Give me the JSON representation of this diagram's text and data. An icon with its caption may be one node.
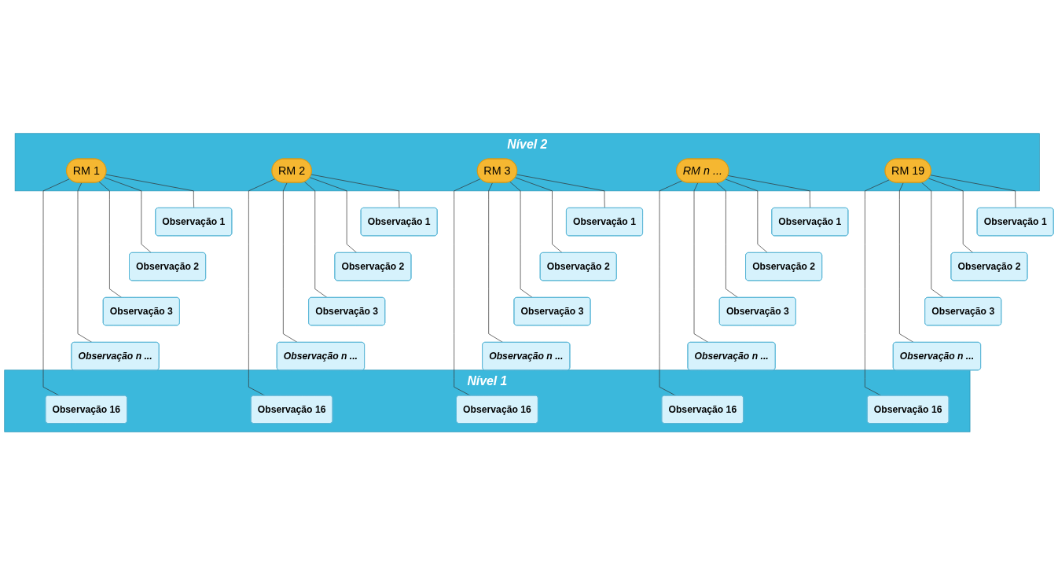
{
  "diagram": {
    "nodes": [
      {
        "text": [
          "Nível 2"
        ]
      },
      {
        "text": [
          "RM 1"
        ],
        "in": 0
      },
      {
        "text": [
          "RM 2"
        ],
        "in": 0
      },
      {
        "text": [
          "RM 3"
        ],
        "in": 0
      },
      {
        "text": [
          "RM n ..."
        ],
        "in": 0
      },
      {
        "text": [
          "RM 19"
        ],
        "in": 0
      },
      {
        "text": [
          "Nível 1"
        ]
      },
      {
        "text": [
          "Observação 1"
        ]
      },
      {
        "text": [
          "Observação 1"
        ]
      },
      {
        "text": [
          "Observação 1"
        ]
      },
      {
        "text": [
          "Observação 1"
        ]
      },
      {
        "text": [
          "Observação 1"
        ]
      },
      {
        "text": [
          "Observação 2"
        ]
      },
      {
        "text": [
          "Observação 2"
        ]
      },
      {
        "text": [
          "Observação 2"
        ]
      },
      {
        "text": [
          "Observação 2"
        ]
      },
      {
        "text": [
          "Observação 2"
        ]
      },
      {
        "text": [
          "Observação 3"
        ]
      },
      {
        "text": [
          "Observação 3"
        ]
      },
      {
        "text": [
          "Observação 3"
        ]
      },
      {
        "text": [
          "Observação 3"
        ]
      },
      {
        "text": [
          "Observação 3"
        ]
      },
      {
        "text": [
          "Observação n ..."
        ]
      },
      {
        "text": [
          "Observação n ..."
        ]
      },
      {
        "text": [
          "Observação n ..."
        ]
      },
      {
        "text": [
          "Observação n ..."
        ]
      },
      {
        "text": [
          "Observação n ..."
        ]
      },
      {
        "text": [
          "Observação 16"
        ],
        "in": 6
      },
      {
        "text": [
          "Observação 16"
        ],
        "in": 6
      },
      {
        "text": [
          "Observação 16"
        ],
        "in": 6
      },
      {
        "text": [
          "Observação 16"
        ],
        "in": 6
      },
      {
        "text": [
          "Observação 16"
        ],
        "in": 6
      }
    ],
    "edges": [
      {
        "from": 1,
        "to": 7,
        "arrow": "none"
      },
      {
        "from": 1,
        "to": 12,
        "arrow": "none"
      },
      {
        "from": 1,
        "to": 17,
        "arrow": "none"
      },
      {
        "from": 1,
        "to": 22,
        "arrow": "none"
      },
      {
        "from": 1,
        "to": 27,
        "arrow": "none"
      },
      {
        "from": 2,
        "to": 8,
        "arrow": "none"
      },
      {
        "from": 2,
        "to": 13,
        "arrow": "none"
      },
      {
        "from": 2,
        "to": 18,
        "arrow": "none"
      },
      {
        "from": 2,
        "to": 23,
        "arrow": "none"
      },
      {
        "from": 2,
        "to": 28,
        "arrow": "none"
      },
      {
        "from": 3,
        "to": 9,
        "arrow": "none"
      },
      {
        "from": 3,
        "to": 14,
        "arrow": "none"
      },
      {
        "from": 3,
        "to": 19,
        "arrow": "none"
      },
      {
        "from": 3,
        "to": 24,
        "arrow": "none"
      },
      {
        "from": 3,
        "to": 29,
        "arrow": "none"
      },
      {
        "from": 4,
        "to": 10,
        "arrow": "none"
      },
      {
        "from": 4,
        "to": 15,
        "arrow": "none"
      },
      {
        "from": 4,
        "to": 20,
        "arrow": "none"
      },
      {
        "from": 4,
        "to": 25,
        "arrow": "none"
      },
      {
        "from": 4,
        "to": 30,
        "arrow": "none"
      },
      {
        "from": 5,
        "to": 11,
        "arrow": "none"
      },
      {
        "from": 5,
        "to": 16,
        "arrow": "none"
      },
      {
        "from": 5,
        "to": 21,
        "arrow": "none"
      },
      {
        "from": 5,
        "to": 26,
        "arrow": "none"
      },
      {
        "from": 5,
        "to": 31,
        "arrow": "none"
      }
    ]
  }
}
